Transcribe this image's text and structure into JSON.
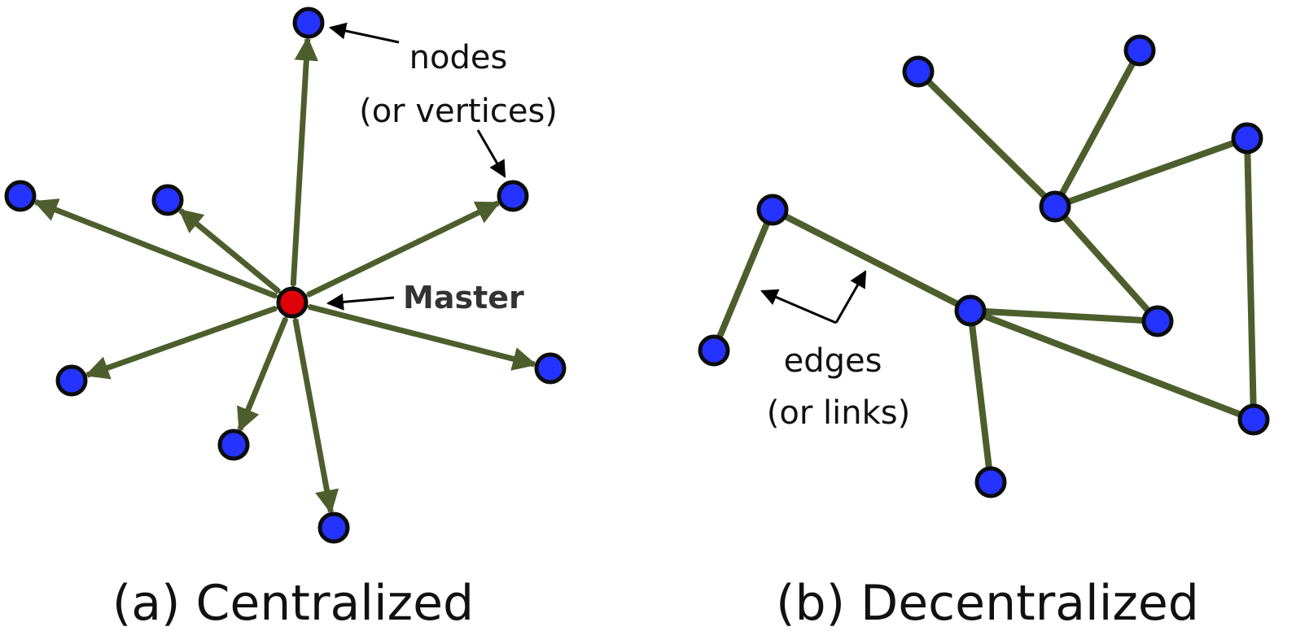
{
  "colors": {
    "edge": "#4d5e2c",
    "node_fill": "#2433ff",
    "master_fill": "#e0000a",
    "node_stroke": "#0c0c0c",
    "annotation_line": "#000000"
  },
  "annotations": {
    "nodes_line1": "nodes",
    "nodes_line2": "(or vertices)",
    "master": "Master",
    "edges_line1": "edges",
    "edges_line2": "(or links)"
  },
  "captions": {
    "centralized": "(a) Centralized",
    "decentralized": "(b) Decentralized"
  }
}
